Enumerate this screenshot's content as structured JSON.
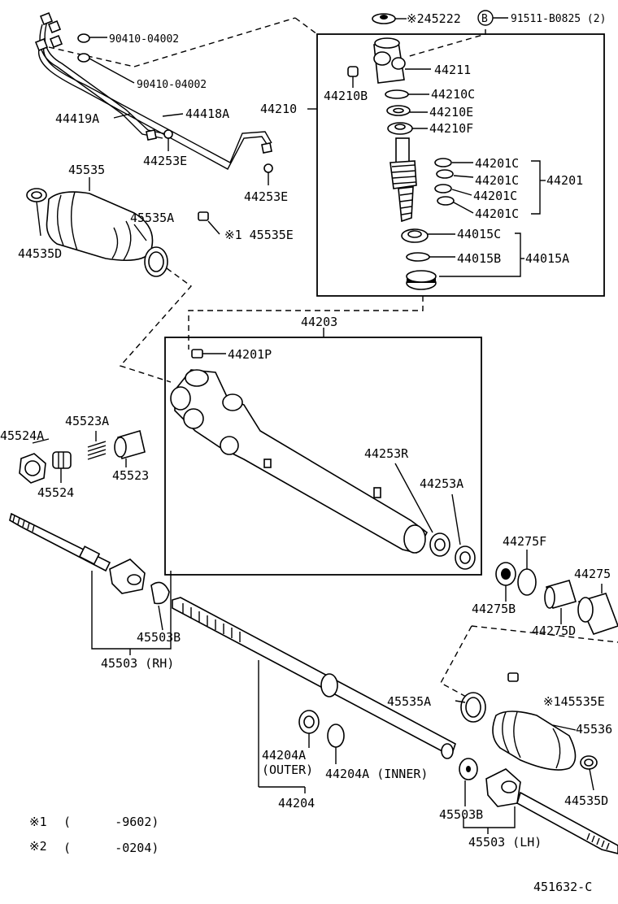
{
  "diagram_id": "451632-C",
  "labels": {
    "l245222": "※245222",
    "lB": "B",
    "l91511": "91511-B0825 (2)",
    "l90410a": "90410-04002",
    "l90410b": "90410-04002",
    "l44211": "44211",
    "l44210B": "44210B",
    "l44210C": "44210C",
    "l44210": "44210",
    "l44210E": "44210E",
    "l44210F": "44210F",
    "l44419A": "44419A",
    "l44418A": "44418A",
    "l44253E_a": "44253E",
    "l44253E_b": "44253E",
    "l44201C_1": "44201C",
    "l44201C_2": "44201C",
    "l44201C_3": "44201C",
    "l44201C_4": "44201C",
    "l44201": "44201",
    "l45535": "45535",
    "l45535A_top": "45535A",
    "l45535E_top": "※1 45535E",
    "l44535D_top": "44535D",
    "l44015C": "44015C",
    "l44015B": "44015B",
    "l44015A": "44015A",
    "l44203": "44203",
    "l44201P": "44201P",
    "l45523A": "45523A",
    "l45524A": "45524A",
    "l45523": "45523",
    "l45524": "45524",
    "l44253R": "44253R",
    "l44253A": "44253A",
    "l44275F": "44275F",
    "l44275": "44275",
    "l44275B": "44275B",
    "l44275D": "44275D",
    "l45503B_rh": "45503B",
    "l45503_rh": "45503 (RH)",
    "l45535A_bot": "45535A",
    "l45535E_bot": "※145535E",
    "l45536": "45536",
    "l44535D_bot": "44535D",
    "l44204A_outer": "44204A",
    "l_outer": "(OUTER)",
    "l44204A_inner": "44204A (INNER)",
    "l44204": "44204",
    "l45503B_lh": "45503B",
    "l45503_lh": "45503 (LH)",
    "fn1_mark": "※1",
    "fn1_text": "(      -9602)",
    "fn2_mark": "※2",
    "fn2_text": "(      -0204)",
    "code": "451632-C"
  }
}
